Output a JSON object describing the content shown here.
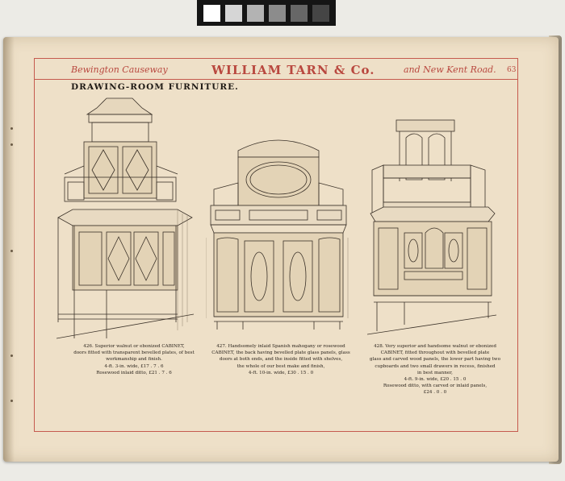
{
  "header": {
    "left": "Bewington Causeway",
    "center": "WILLIAM TARN & Co.",
    "right": "and New Kent Road.",
    "page_number": "63"
  },
  "section_title": "DRAWING-ROOM FURNITURE.",
  "items": [
    {
      "lines": [
        "426.  Superior walnut or ebonized CABINET,",
        "doors fitted with transparent bevelled plates, of best",
        "workmanship and finish.",
        "4-ft. 3-in. wide,     £17 . 7 . 6",
        "Rosewood inlaid ditto, £21 . 7 . 6"
      ]
    },
    {
      "lines": [
        "427.  Handsomely inlaid Spanish mahogany or rosewood",
        "CABINET, the back having bevelled plate glass panels, glass",
        "doors at both ends, and the inside fitted with shelves,",
        "the whole of our best make and finish,",
        "4-ft. 10-in. wide,    £30 . 15 . 0"
      ]
    },
    {
      "lines": [
        "428.  Very superior and handsome walnut or ebonized",
        "CABINET, fitted throughout with bevelled plate",
        "glass and carved wood panels, the lower part having two",
        "cupboards and two small drawers in recess, finished",
        "in best manner,",
        "4-ft. 9-in. wide,    £20 . 15 . 0",
        "Rosewood ditto, with carved or inlaid panels,",
        "£24 . 0 . 0"
      ]
    }
  ]
}
